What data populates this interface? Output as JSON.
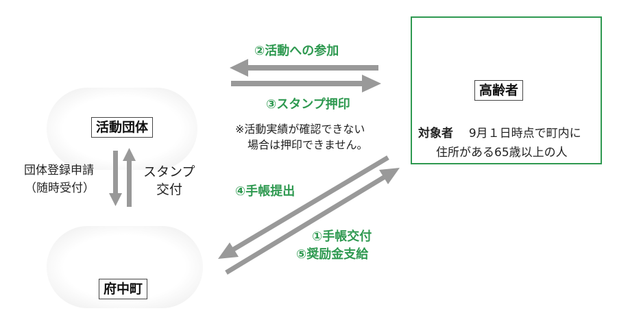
{
  "nodes": {
    "group": "活動団体",
    "elderly": "高齢者",
    "town": "府中町"
  },
  "elderly_target": {
    "label": "対象者",
    "line1": "9月１日時点で町内に",
    "line2": "住所がある65歳以上の人"
  },
  "flows": {
    "participation": "②活動への参加",
    "stamp_press": "③スタンプ押印",
    "note_line1": "※活動実績が確認できない",
    "note_line2": "場合は押印できません。",
    "submit_book": "④手帳提出",
    "issue_book": "①手帳交付",
    "incentive": "⑤奨励金支給",
    "registration_line1": "団体登録申請",
    "registration_line2": "（随時受付）",
    "stamp_issue_line1": "スタンプ",
    "stamp_issue_line2": "交付"
  },
  "colors": {
    "accent_green": "#2e9950",
    "arrow_gray": "#999999",
    "border_dark": "#444444"
  }
}
